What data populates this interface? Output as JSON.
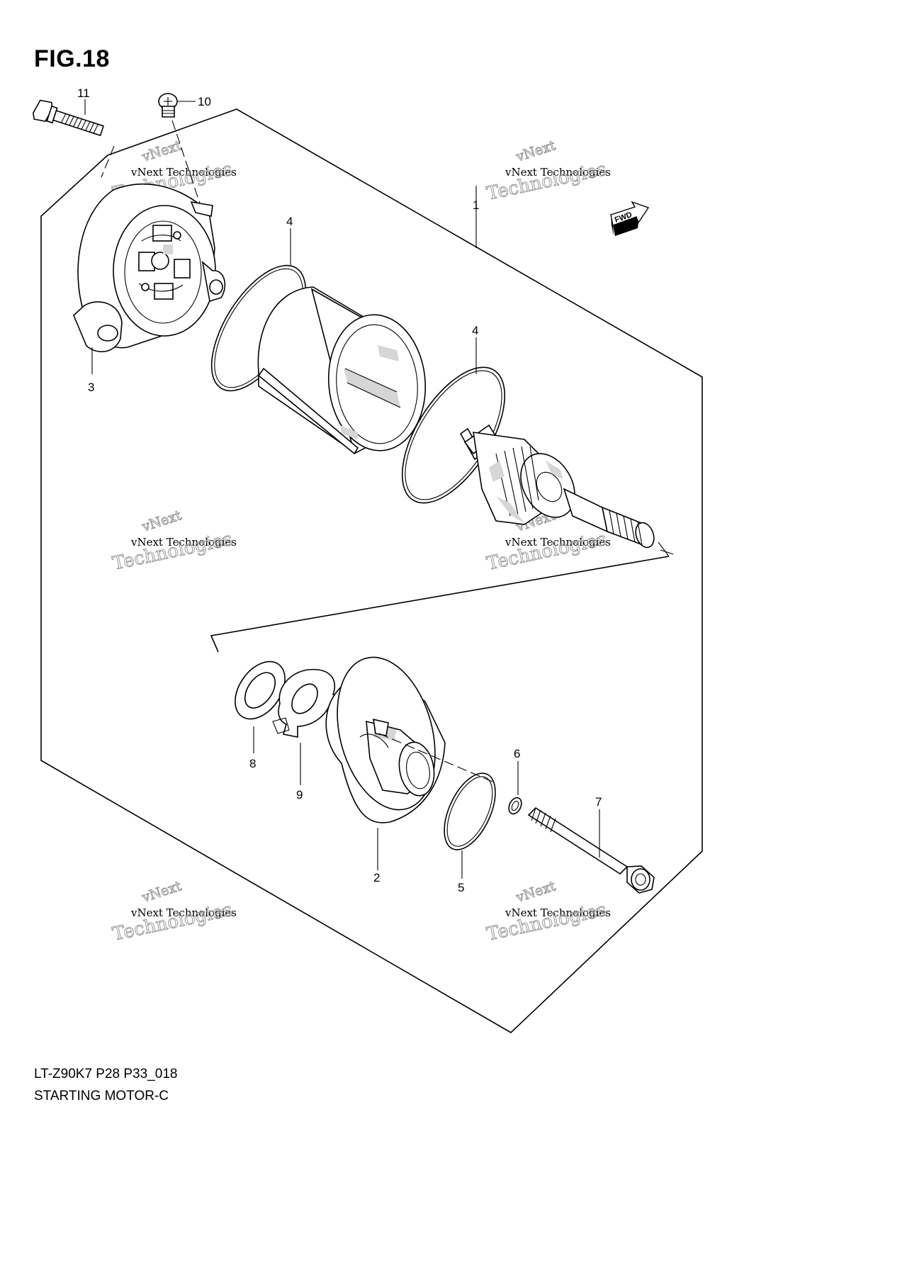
{
  "figure": {
    "title": "FIG.18"
  },
  "callouts": [
    {
      "id": "1",
      "text": "1"
    },
    {
      "id": "2",
      "text": "2"
    },
    {
      "id": "3",
      "text": "3"
    },
    {
      "id": "4a",
      "text": "4"
    },
    {
      "id": "4b",
      "text": "4"
    },
    {
      "id": "5",
      "text": "5"
    },
    {
      "id": "6",
      "text": "6"
    },
    {
      "id": "7",
      "text": "7"
    },
    {
      "id": "8",
      "text": "8"
    },
    {
      "id": "9",
      "text": "9"
    },
    {
      "id": "10",
      "text": "10"
    },
    {
      "id": "11",
      "text": "11"
    }
  ],
  "direction_tag": "FWD",
  "watermark": {
    "line1": "vNext",
    "line2": "vNext Technologies",
    "line3": "Technologies"
  },
  "footer": {
    "code": "LT-Z90K7  P28  P33_018",
    "name": "STARTING MOTOR-C"
  },
  "colors": {
    "ink": "#000000",
    "watermark": "#9a9a9a",
    "background": "#ffffff"
  }
}
